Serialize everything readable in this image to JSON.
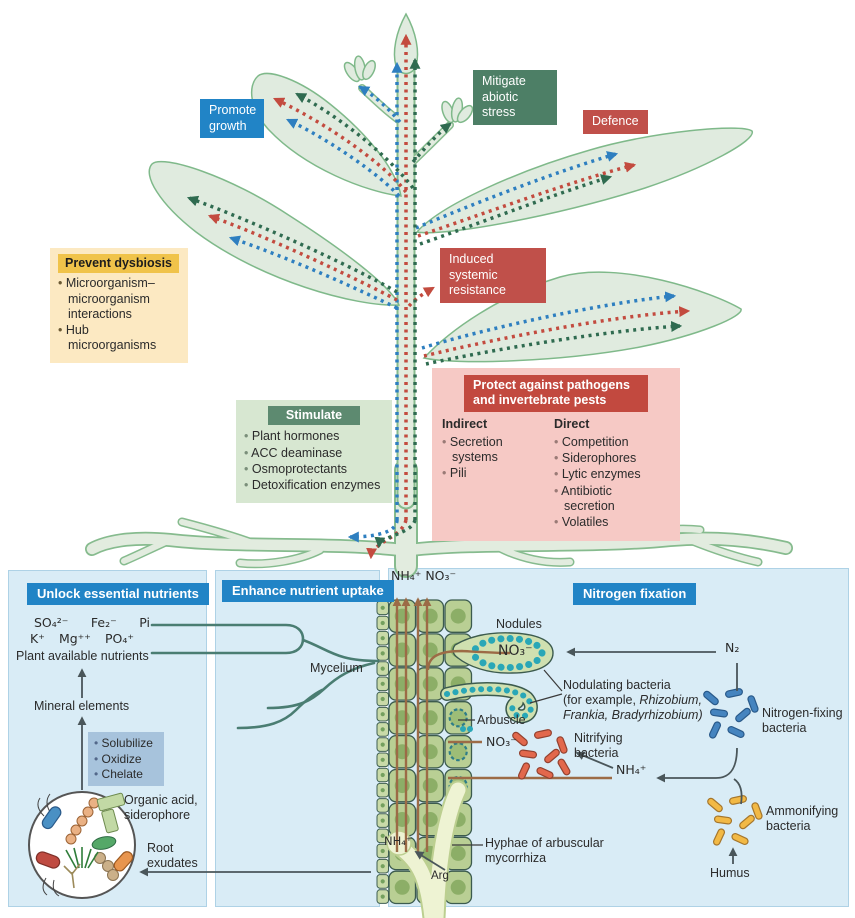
{
  "palette": {
    "accent_blue": "#2184c6",
    "accent_red": "#c0504a",
    "accent_dark_green": "#4d7f66",
    "accent_yellow": "#efc045",
    "panel_blue": "#d9ecf6",
    "leaf_green": "#e0ebdf",
    "arrow_blue": "#2e7fc0",
    "arrow_red": "#c34b3f",
    "arrow_green": "#2f6b50",
    "arrow_brown": "#9c6b46"
  },
  "shoot": {
    "promote_growth": "Promote growth",
    "mitigate_abiotic_stress": "Mitigate abiotic stress",
    "defence": "Defence",
    "induced_systemic_resistance": "Induced systemic resistance",
    "prevent_dysbiosis": {
      "title": "Prevent dysbiosis",
      "items": [
        "Microorganism–microorganism interactions",
        "Hub microorganisms"
      ]
    },
    "stimulate": {
      "title": "Stimulate",
      "items": [
        "Plant hormones",
        "ACC deaminase",
        "Osmoprotectants",
        "Detoxification enzymes"
      ]
    },
    "protect": {
      "title": "Protect against pathogens and invertebrate pests",
      "indirect_title": "Indirect",
      "indirect_items": [
        "Secretion systems",
        "Pili"
      ],
      "direct_title": "Direct",
      "direct_items": [
        "Competition",
        "Siderophores",
        "Lytic enzymes",
        "Antibiotic secretion",
        "Volatiles"
      ]
    }
  },
  "soil": {
    "unlock": {
      "title": "Unlock essential nutrients",
      "ions_row1": [
        "SO₄²⁻",
        "Fe₂⁻",
        "Pi"
      ],
      "ions_row2": [
        "K⁺",
        "Mg⁺⁺",
        "PO₄⁺"
      ],
      "plant_available_nutrients": "Plant available nutrients",
      "mineral_elements": "Mineral elements",
      "processes": [
        "Solubilize",
        "Oxidize",
        "Chelate"
      ],
      "organic_acid_siderophore": "Organic acid, siderophore",
      "root_exudates": "Root exudates"
    },
    "enhance": {
      "title": "Enhance nutrient uptake",
      "mycelium": "Mycelium"
    },
    "nitrogen": {
      "title": "Nitrogen fixation",
      "nh4_no3": "NH₄⁺ NO₃⁻",
      "nodules": "Nodules",
      "no3_in_nodule": "NO₃⁻",
      "n2": "N₂",
      "nodulating_line1": "Nodulating bacteria",
      "nodulating_line2_prefix": "(for example, ",
      "nodulating_line2_italic": "Rhizobium,",
      "nodulating_line3_italic": "Frankia, Bradyrhizobium)",
      "nitrogen_fixing_bacteria": "Nitrogen-fixing bacteria",
      "arbuscle": "Arbuscle",
      "no3": "NO₃⁻",
      "nitrifying_bacteria": "Nitrifying bacteria",
      "nh4": "NH₄⁺",
      "ammonifying_bacteria": "Ammonifying bacteria",
      "humus": "Humus",
      "hyphae": "Hyphae of arbuscular mycorrhiza",
      "nh4_in_root": "NH₄⁺",
      "arg": "Arg"
    }
  }
}
